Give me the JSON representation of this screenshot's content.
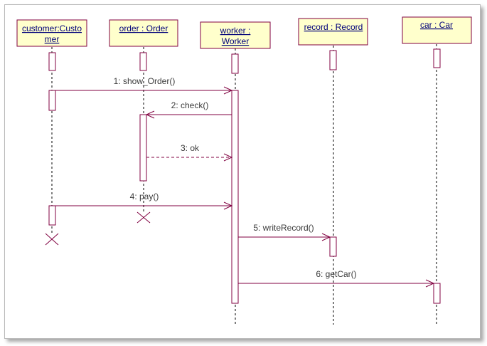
{
  "colors": {
    "object_fill": "#ffffcc",
    "object_border": "#800040",
    "line": "#800040",
    "lifeline": "#000000",
    "object_text": "#00007a",
    "message_text": "#3a3a3a"
  },
  "objects": [
    {
      "id": "customer",
      "label_lines": [
        "customer:Custo",
        "mer"
      ]
    },
    {
      "id": "order",
      "label_lines": [
        "order : Order"
      ]
    },
    {
      "id": "worker",
      "label_lines": [
        "worker :",
        "Worker"
      ]
    },
    {
      "id": "record",
      "label_lines": [
        "record : Record"
      ]
    },
    {
      "id": "car",
      "label_lines": [
        "car : Car"
      ]
    }
  ],
  "messages": [
    {
      "number": "1",
      "label": "1: show_Order()",
      "from": "customer",
      "to": "worker",
      "style": "sync"
    },
    {
      "number": "2",
      "label": "2: check()",
      "from": "worker",
      "to": "order",
      "style": "sync"
    },
    {
      "number": "3",
      "label": "3: ok",
      "from": "order",
      "to": "worker",
      "style": "return"
    },
    {
      "number": "4",
      "label": "4: pay()",
      "from": "customer",
      "to": "worker",
      "style": "sync"
    },
    {
      "number": "5",
      "label": "5: writeRecord()",
      "from": "worker",
      "to": "record",
      "style": "sync"
    },
    {
      "number": "6",
      "label": "6: getCar()",
      "from": "worker",
      "to": "car",
      "style": "sync"
    }
  ],
  "destroyed": [
    "customer",
    "order"
  ]
}
